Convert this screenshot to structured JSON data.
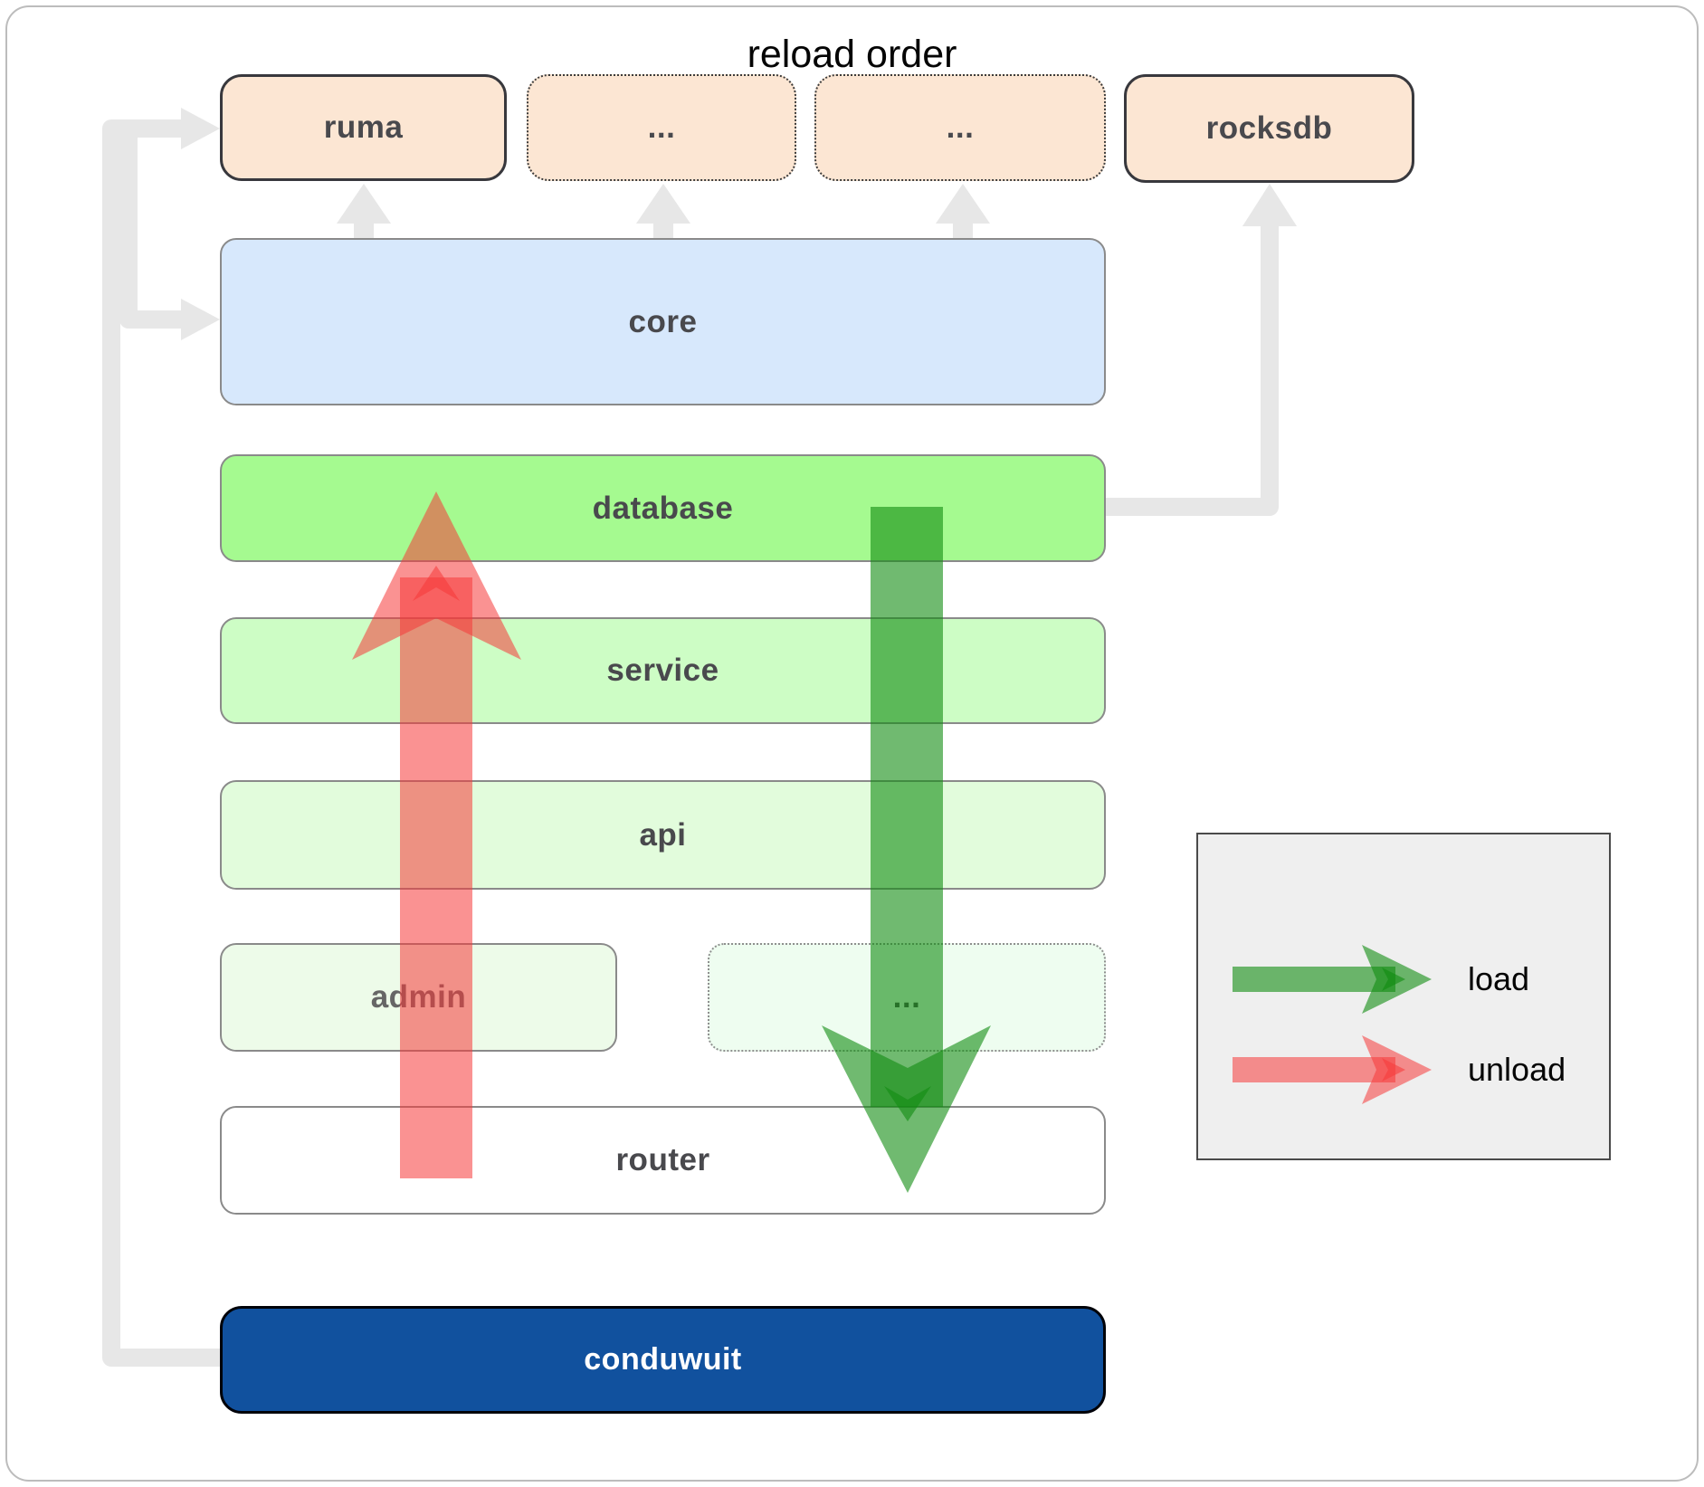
{
  "top_row": [
    {
      "label": "ruma",
      "border": "solid"
    },
    {
      "label": "...",
      "border": "dotted"
    },
    {
      "label": "...",
      "border": "dotted"
    },
    {
      "label": "rocksdb",
      "border": "solid"
    }
  ],
  "layers": {
    "core": "core",
    "database": "database",
    "service": "service",
    "api": "api",
    "admin": "admin",
    "admin_more": "...",
    "router": "router",
    "conduwuit": "conduwuit"
  },
  "legend": {
    "title": "reload order",
    "load_label": "load",
    "unload_label": "unload"
  },
  "colors": {
    "box_top_fill": "#fce6d3",
    "box_top_border": "#38383d",
    "core_fill": "#d7e8fc",
    "database_fill": "#a5fa90",
    "service_fill": "#cdfdc5",
    "api_fill": "#e2fcdc",
    "admin_fill": "#edfbe9",
    "admin_more_fill": "#eefdf0",
    "router_fill": "#ffffff",
    "conduwuit_fill": "#11519e",
    "gray_border": "#8a8a8a",
    "connector_gray": "#e7e7e7",
    "arrow_green": "rgba(16,140,16,0.60)",
    "arrow_red": "rgba(246,56,56,0.55)",
    "legend_bg": "#efefef"
  }
}
